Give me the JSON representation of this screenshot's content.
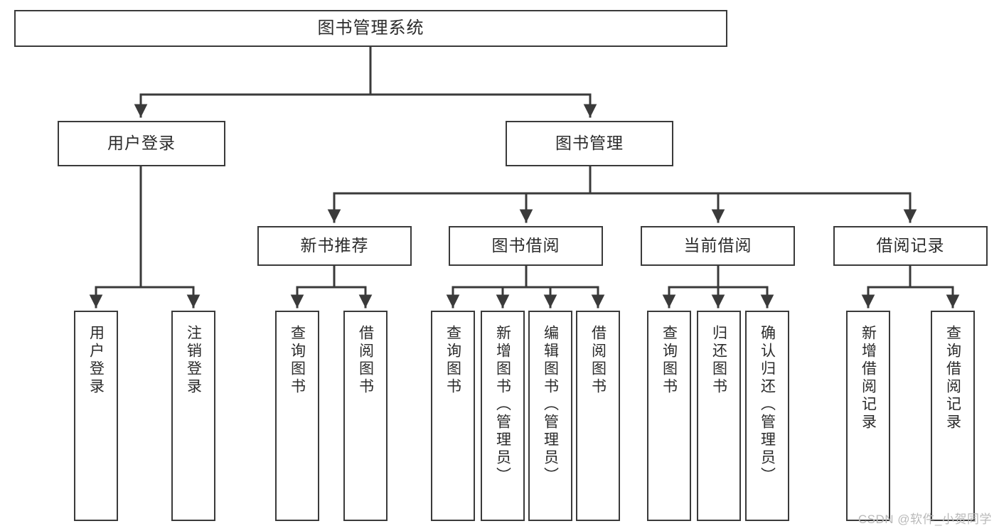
{
  "diagram": {
    "title": "图书管理系统",
    "type": "tree-hierarchy",
    "watermark": "CSDN @软件_小贺同学",
    "line_color": "#3a3a3a",
    "box_fill": "#ffffff",
    "text_color": "#2b2b2b",
    "watermark_color": "#b9b9b9",
    "levels": {
      "root": {
        "label": "图书管理系统"
      },
      "level2": [
        {
          "label": "用户登录"
        },
        {
          "label": "图书管理"
        }
      ],
      "level3": [
        {
          "label": "新书推荐"
        },
        {
          "label": "图书借阅"
        },
        {
          "label": "当前借阅"
        },
        {
          "label": "借阅记录"
        }
      ],
      "leaves": {
        "user_login": [
          {
            "label": "用户登录"
          },
          {
            "label": "注销登录"
          }
        ],
        "new_book_recommend": [
          {
            "label": "查询图书"
          },
          {
            "label": "借阅图书"
          }
        ],
        "book_borrow": [
          {
            "label": "查询图书"
          },
          {
            "label": "新增图书（管理员）"
          },
          {
            "label": "编辑图书（管理员）"
          },
          {
            "label": "借阅图书"
          }
        ],
        "current_borrow": [
          {
            "label": "查询图书"
          },
          {
            "label": "归还图书"
          },
          {
            "label": "确认归还（管理员）"
          }
        ],
        "borrow_record": [
          {
            "label": "新增借阅记录"
          },
          {
            "label": "查询借阅记录"
          }
        ]
      }
    }
  }
}
